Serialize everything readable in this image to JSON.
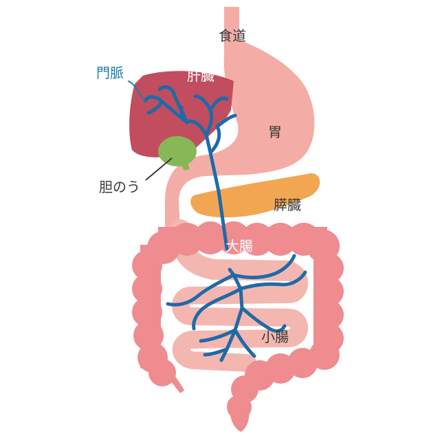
{
  "labels": {
    "esophagus": "食道",
    "portal_vein": "門脈",
    "liver": "肝臓",
    "stomach": "胃",
    "gallbladder": "胆のう",
    "pancreas": "膵臓",
    "large_intestine": "大腸",
    "small_intestine": "小腸"
  },
  "colors": {
    "stomach": "#f4ada6",
    "liver": "#c14d5f",
    "gallbladder": "#86b857",
    "pancreas": "#f2a652",
    "colon": "#ee8c90",
    "small_intestine": "#f4b7b0",
    "vessel": "#1e6aa8"
  }
}
